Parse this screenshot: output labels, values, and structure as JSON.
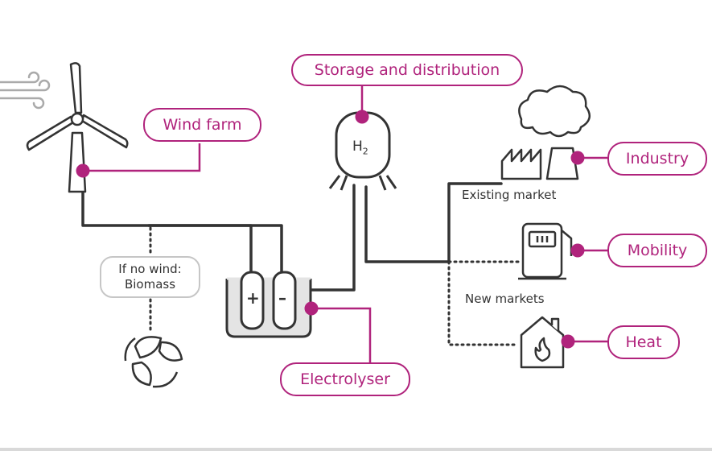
{
  "labels": {
    "storage": "Storage and distribution",
    "wind_farm": "Wind farm",
    "industry": "Industry",
    "mobility": "Mobility",
    "heat": "Heat",
    "electrolyser": "Electrolyser",
    "biomass_line1": "If no wind:",
    "biomass_line2": "Biomass",
    "existing_market": "Existing market",
    "new_markets": "New markets",
    "h2_main": "H",
    "h2_sub": "2",
    "plus": "+",
    "minus": "–"
  },
  "icons": [
    "wind-lines-icon",
    "wind-turbine-icon",
    "hydrogen-tank-icon",
    "electrolyser-icon",
    "recycle-leaves-icon",
    "factory-icon",
    "fuel-pump-icon",
    "house-flame-icon"
  ],
  "colors": {
    "accent": "#b0237c",
    "line": "#333333",
    "grey": "#c6c6c6",
    "water": "#e4e4e4"
  }
}
